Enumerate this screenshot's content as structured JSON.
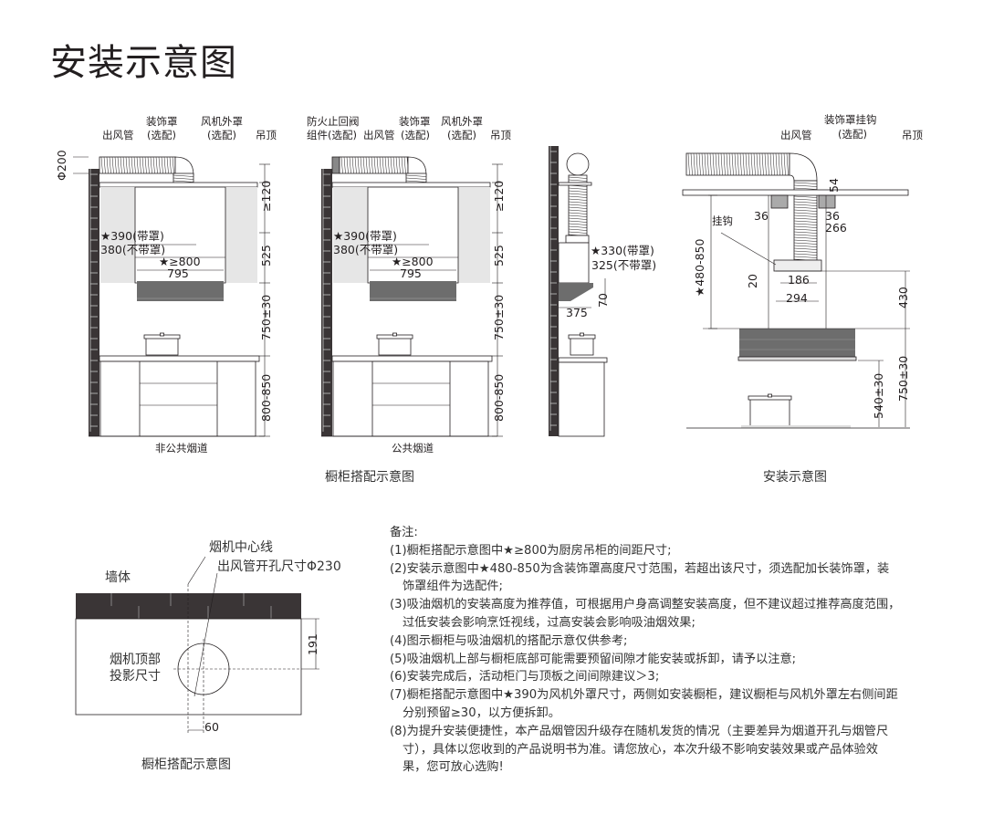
{
  "title": "安装示意图",
  "colors": {
    "brick": "#3a3536",
    "cabinet_gray": "#e6e6e6",
    "hood_dark": "#6d6d6d",
    "line": "#231f20"
  },
  "diagram_cabinet": {
    "caption": "橱柜搭配示意图",
    "left": {
      "sub_caption": "非公共烟道",
      "labels": {
        "duct": "出风管",
        "cover": "装饰罩",
        "cover_opt": "(选配)",
        "fan_cover": "风机外罩",
        "fan_cover_opt": "(选配)",
        "ceiling": "吊顶"
      },
      "dims": {
        "phi": "Φ200",
        "gap_top": "≥120",
        "w_with": "★390(带罩)",
        "w_without": "380(不带罩)",
        "spacing": "★≥800",
        "width": "795",
        "h_525": "525",
        "h_750": "750±30",
        "h_800": "800-850"
      }
    },
    "right": {
      "sub_caption": "公共烟道",
      "labels": {
        "valve": "防火止回阀",
        "valve_opt": "组件(选配)",
        "duct": "出风管",
        "cover": "装饰罩",
        "cover_opt": "(选配)",
        "fan_cover": "风机外罩",
        "fan_cover_opt": "(选配)",
        "ceiling": "吊顶"
      },
      "dims": {
        "gap_top": "≥120",
        "w_with": "★390(带罩)",
        "w_without": "380(不带罩)",
        "spacing": "★≥800",
        "width": "795",
        "h_525": "525",
        "h_750": "750±30",
        "h_800": "800-850"
      }
    },
    "side": {
      "dims": {
        "d_with": "★330(带罩)",
        "d_without": "325(不带罩)",
        "h_70": "70",
        "depth": "375"
      }
    }
  },
  "diagram_install": {
    "caption": "安装示意图",
    "labels": {
      "duct": "出风管",
      "hook_cover": "装饰罩挂钩",
      "hook_cover_opt": "(选配)",
      "ceiling": "吊顶",
      "hook": "挂钩"
    },
    "dims": {
      "range": "★480-850",
      "d36a": "36",
      "d36b": "36",
      "d266": "266",
      "d54": "54",
      "d20": "20",
      "d186": "186",
      "d294": "294",
      "d430": "430",
      "d750": "750±30",
      "d540": "540±30"
    }
  },
  "diagram_top": {
    "caption": "橱柜搭配示意图",
    "labels": {
      "center_line": "烟机中心线",
      "hole": "出风管开孔尺寸Φ230",
      "wall": "墙体",
      "proj1": "烟机顶部",
      "proj2": "投影尺寸"
    },
    "dims": {
      "d191": "191",
      "d60": "60"
    }
  },
  "notes": {
    "heading": "备注:",
    "items": [
      {
        "first": "(1)橱柜搭配示意图中★≥800为厨房吊柜的间距尺寸;",
        "rest": []
      },
      {
        "first": "(2)安装示意图中★480-850为含装饰罩高度尺寸范围，若超出该尺寸，须选配加长装饰罩，装",
        "rest": [
          "饰罩组件为选配件;"
        ]
      },
      {
        "first": "(3)吸油烟机的安装高度为推荐值，可根据用户身高调整安装高度，但不建议超过推荐高度范围，",
        "rest": [
          "过低安装会影响烹饪视线，过高安装会影响吸油烟效果;"
        ]
      },
      {
        "first": "(4)图示橱柜与吸油烟机的搭配示意仅供参考;",
        "rest": []
      },
      {
        "first": "(5)吸油烟机上部与橱柜底部可能需要预留间隙才能安装或拆卸，请予以注意;",
        "rest": []
      },
      {
        "first": "(6)安装完成后，活动柜门与顶板之间间隙建议＞3;",
        "rest": []
      },
      {
        "first": "(7)橱柜搭配示意图中★390为风机外罩尺寸，两侧如安装橱柜，建议橱柜与风机外罩左右侧间距",
        "rest": [
          "分别预留≥30，以方便拆卸。"
        ]
      },
      {
        "first": "(8)为提升安装便捷性，本产品烟管因升级存在随机发货的情况（主要差异为烟道开孔与烟管尺",
        "rest": [
          "寸），具体以您收到的产品说明书为准。请您放心，本次升级不影响安装效果或产品体验效",
          "果，您可放心选购!"
        ]
      }
    ]
  }
}
